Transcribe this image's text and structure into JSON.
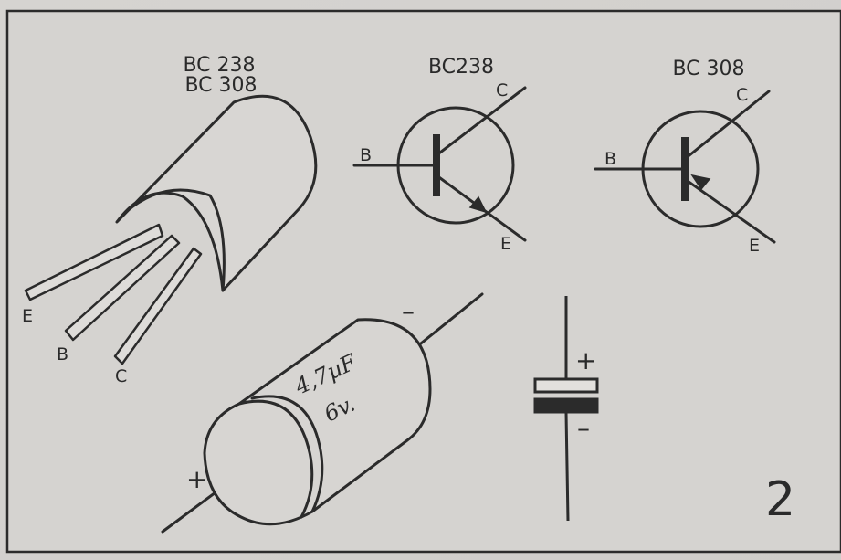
{
  "package": {
    "name_line1": "BC 238",
    "name_line2": "BC 308",
    "pin_e": "E",
    "pin_b": "B",
    "pin_c": "C"
  },
  "npn": {
    "title": "BC238",
    "base": "B",
    "collector": "C",
    "emitter": "E"
  },
  "pnp": {
    "title": "BC 308",
    "base": "B",
    "collector": "C",
    "emitter": "E"
  },
  "capacitor": {
    "value_line1": "4,7µF",
    "value_line2": "6v.",
    "minus": "–",
    "plus": "+"
  },
  "cap_symbol": {
    "plus": "+",
    "minus": "–"
  },
  "figure_number": "2"
}
